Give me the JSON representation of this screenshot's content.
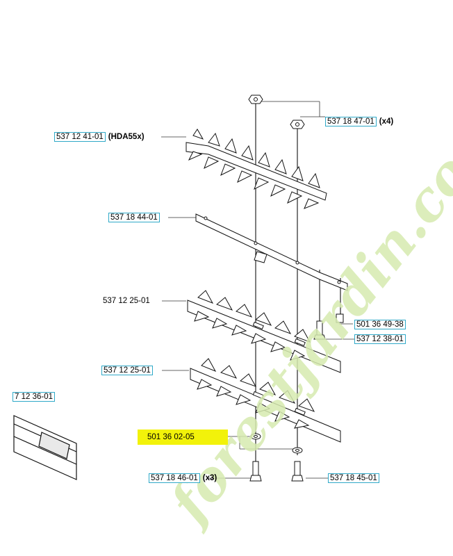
{
  "parts": [
    {
      "id": "p1",
      "number": "537 12 41-01",
      "note": "(HDA55x)",
      "boxed": true
    },
    {
      "id": "p2",
      "number": "537 18 47-01",
      "note": "(x4)",
      "boxed": true
    },
    {
      "id": "p3",
      "number": "537 18 44-01",
      "note": "",
      "boxed": true
    },
    {
      "id": "p4",
      "number": "537 12 25-01",
      "note": "",
      "boxed": false
    },
    {
      "id": "p5",
      "number": "501 36 49-38",
      "note": "",
      "boxed": true
    },
    {
      "id": "p6",
      "number": "537 12 38-01",
      "note": "",
      "boxed": true
    },
    {
      "id": "p7",
      "number": "537 12 25-01",
      "note": "",
      "boxed": true
    },
    {
      "id": "p8",
      "number": "7 12 36-01",
      "note": "",
      "boxed": true
    },
    {
      "id": "p9",
      "number": "501 36 02-05",
      "note": "",
      "boxed": false
    },
    {
      "id": "p10",
      "number": "537 18 46-01",
      "note": "(x3)",
      "boxed": true
    },
    {
      "id": "p11",
      "number": "537 18 45-01",
      "note": "",
      "boxed": true
    }
  ],
  "watermark": {
    "text": "forestjardin.com",
    "color": "#cfe6a4"
  },
  "colors": {
    "label_border": "#2fa9c8",
    "highlight": "#f2f20a"
  }
}
